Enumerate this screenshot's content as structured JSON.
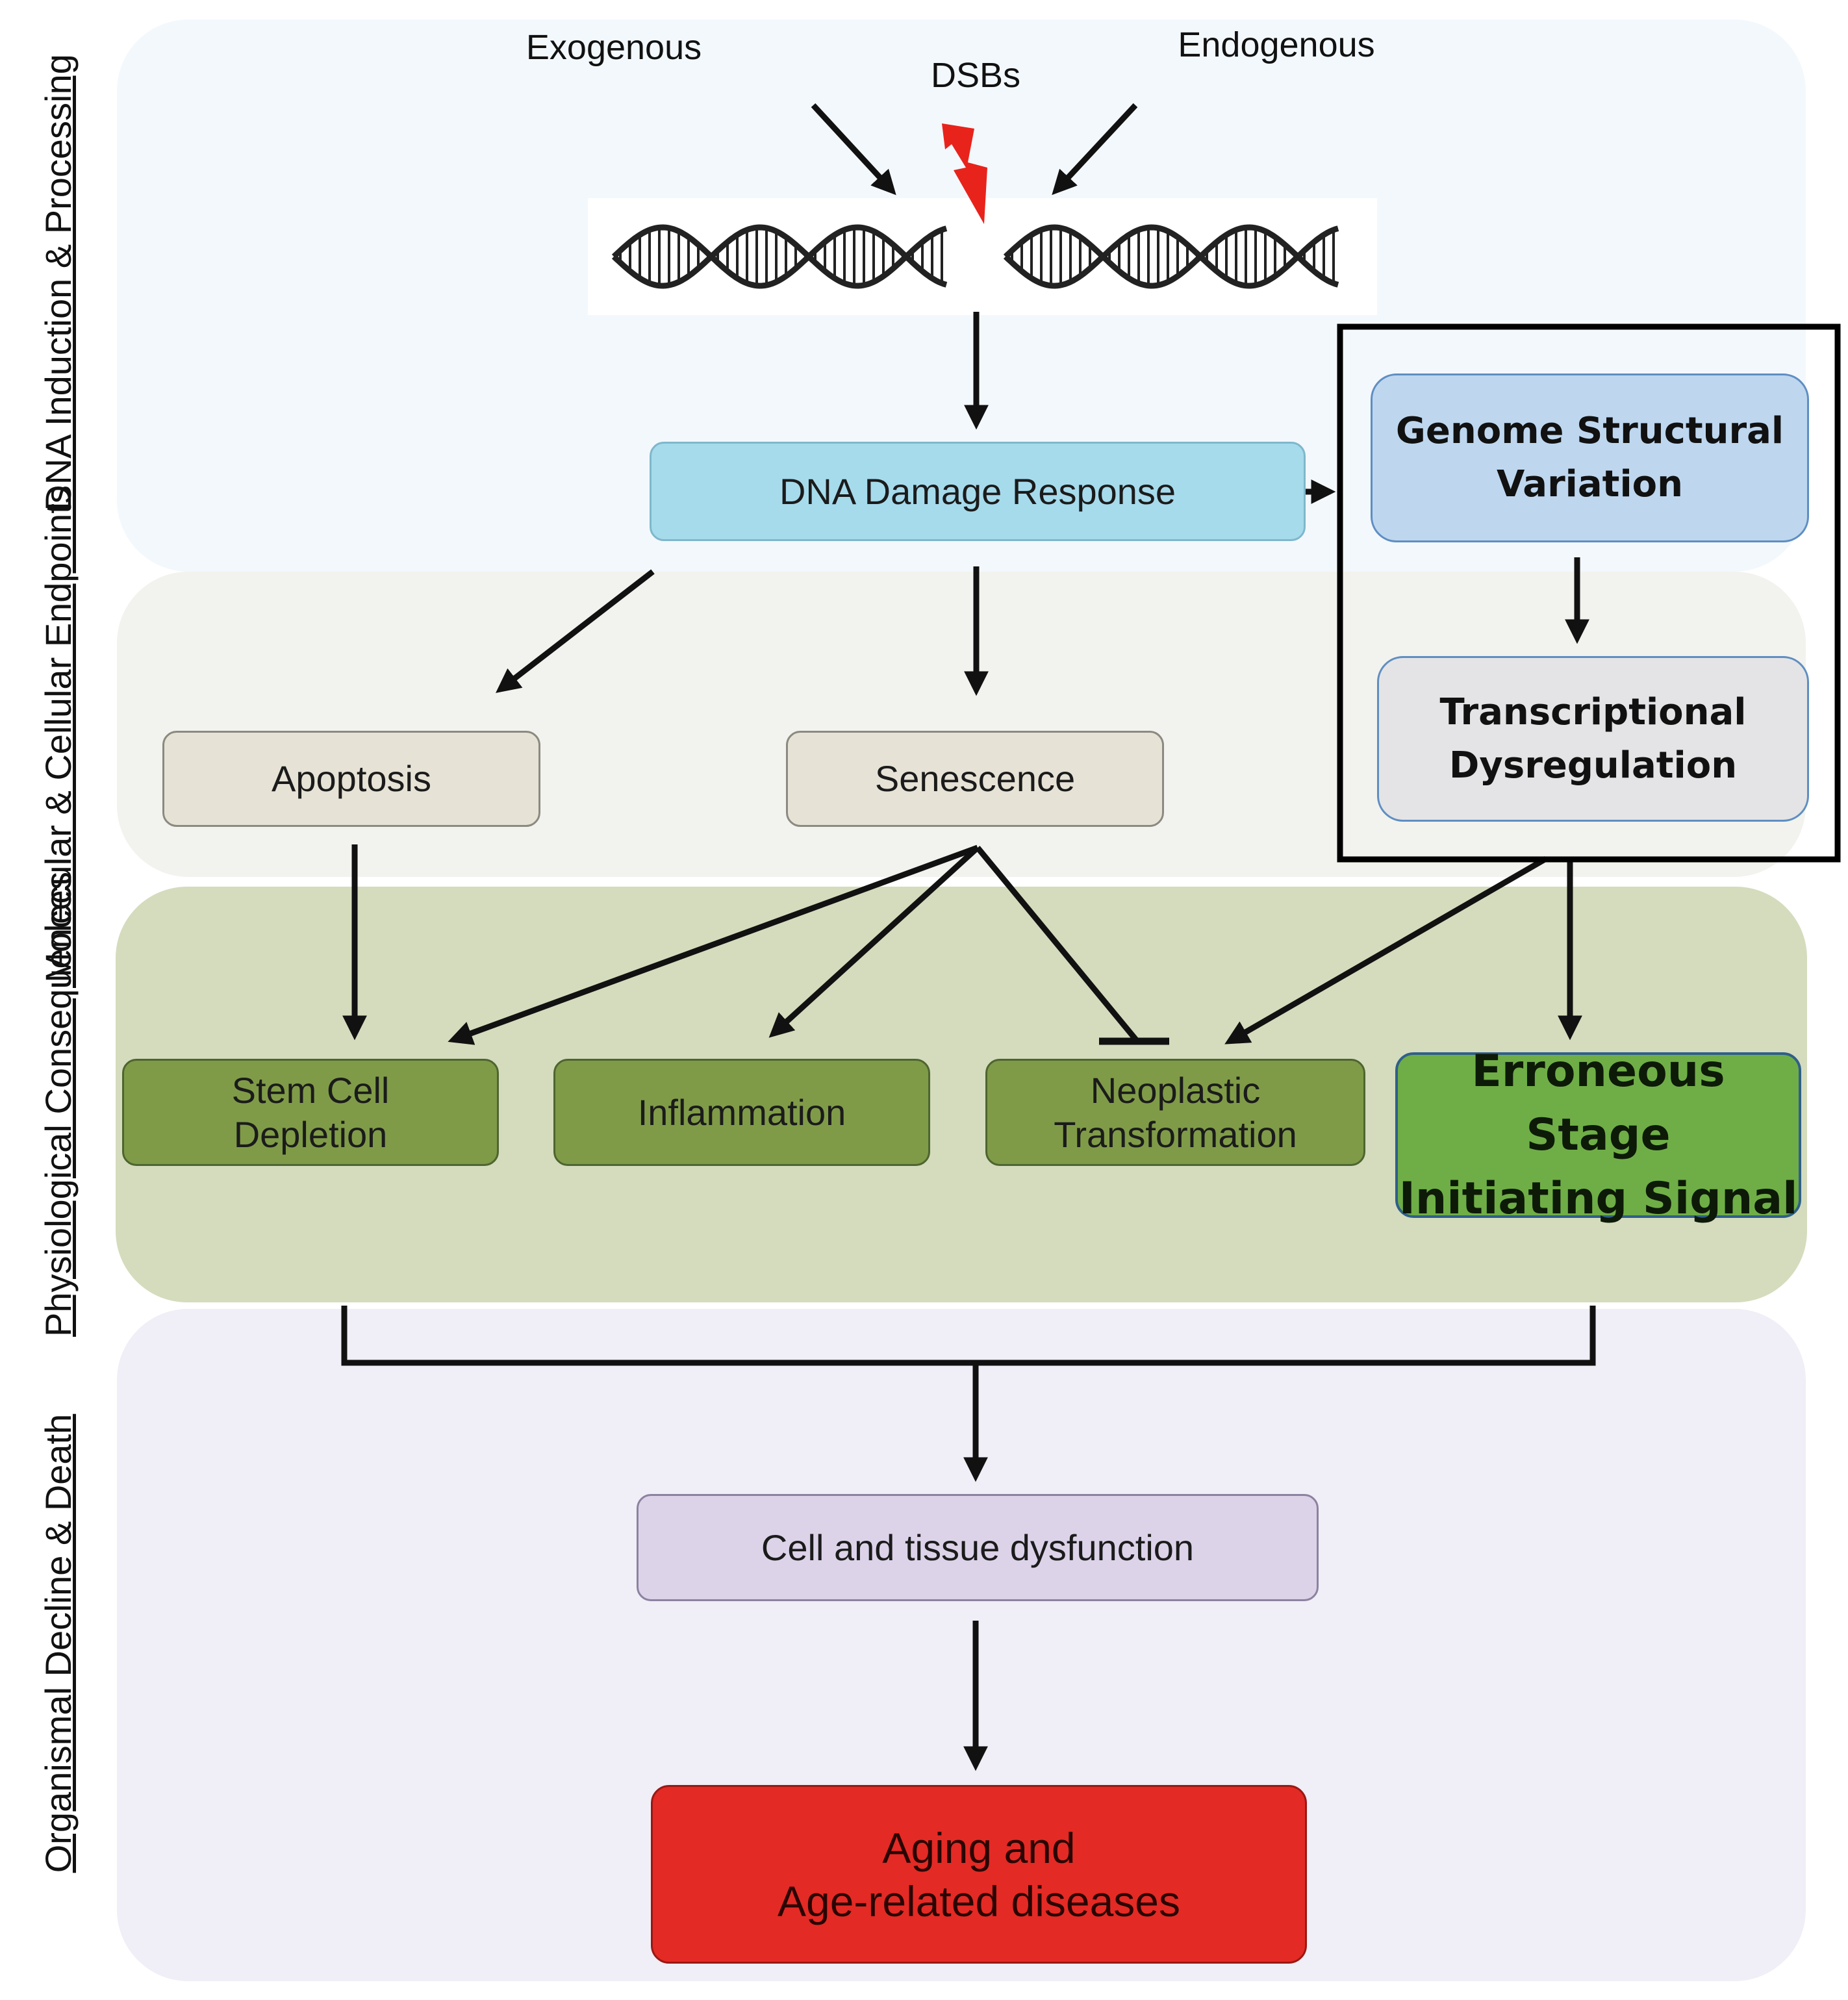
{
  "sections": {
    "dna_induction": "DNA Induction\n& Processing",
    "molecular_cellular": "Molecular & Cellular\nEndpoints",
    "physiological": "Physiological\nConsequences",
    "organismal": "Organismal Decline\n& Death"
  },
  "inputs": {
    "exogenous": "Exogenous",
    "dsbs": "DSBs",
    "endogenous": "Endogenous"
  },
  "nodes": {
    "ddr": "DNA Damage Response",
    "genome_structural_variation": "Genome Structural\nVariation",
    "transcriptional_dysregulation": "Transcriptional\nDysregulation",
    "apoptosis": "Apoptosis",
    "senescence": "Senescence",
    "stem_cell_depletion": "Stem Cell\nDepletion",
    "inflammation": "Inflammation",
    "neoplastic_transformation": "Neoplastic\nTransformation",
    "erroneous_stage": "Erroneous Stage\nInitiating Signal",
    "cell_tissue_dysfunction": "Cell and tissue dysfunction",
    "aging": "Aging and\nAge-related diseases"
  },
  "colors": {
    "ddr": "#a6dbec",
    "gsv": "#bed7ef",
    "tdr": "#e4e4e6",
    "endpoint": "#e6e3d6",
    "physiological": "#7f9b48",
    "erroneous": "#6fae47",
    "dysfunction": "#dcd3e9",
    "aging": "#e42a24",
    "dsb_bolt": "#e8231c"
  },
  "icons": [
    "dna-helix-icon",
    "lightning-bolt-icon"
  ]
}
